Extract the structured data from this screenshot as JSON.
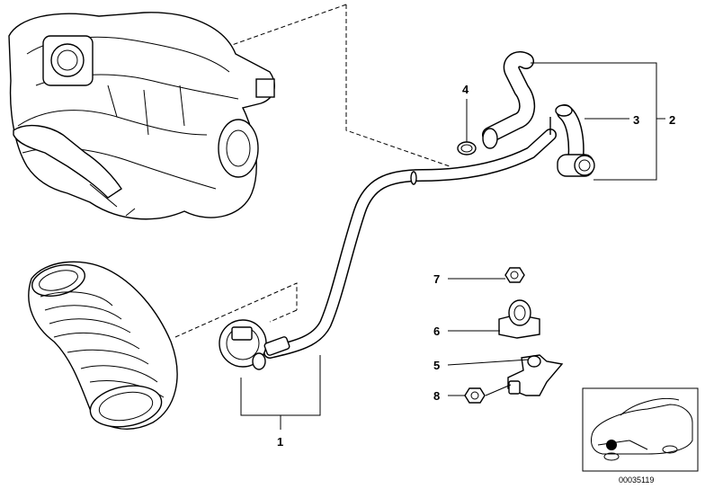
{
  "callouts": [
    "1",
    "2",
    "3",
    "4",
    "5",
    "6",
    "7",
    "8"
  ],
  "diagram_id": "00035119"
}
